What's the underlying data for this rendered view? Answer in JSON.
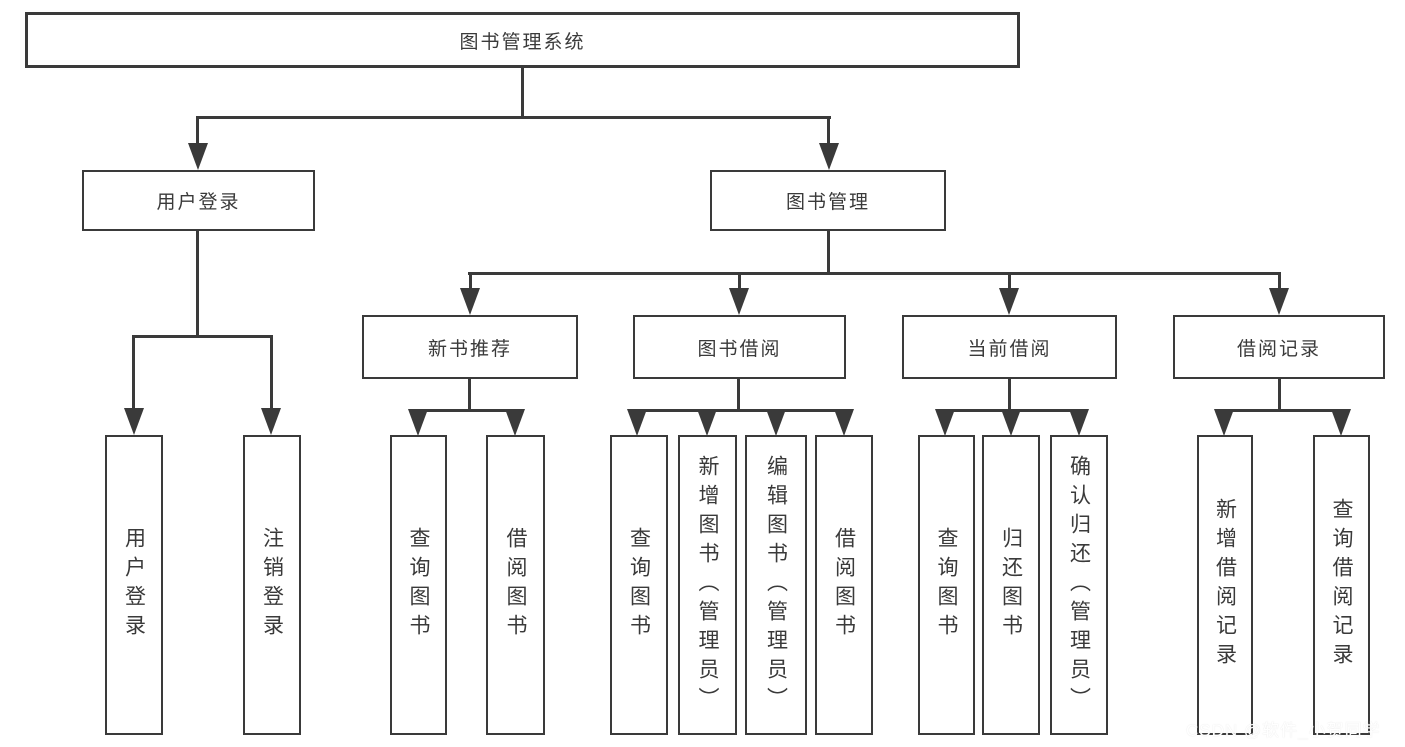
{
  "tree": {
    "label": "图书管理系统",
    "children": [
      {
        "label": "用户登录",
        "children": [
          {
            "label": "用户登录"
          },
          {
            "label": "注销登录"
          }
        ]
      },
      {
        "label": "图书管理",
        "children": [
          {
            "label": "新书推荐",
            "children": [
              {
                "label": "查询图书"
              },
              {
                "label": "借阅图书"
              }
            ]
          },
          {
            "label": "图书借阅",
            "children": [
              {
                "label": "查询图书"
              },
              {
                "label": "新增图书（管理员）"
              },
              {
                "label": "编辑图书（管理员）"
              },
              {
                "label": "借阅图书"
              }
            ]
          },
          {
            "label": "当前借阅",
            "children": [
              {
                "label": "查询图书"
              },
              {
                "label": "归还图书"
              },
              {
                "label": "确认归还（管理员）"
              }
            ]
          },
          {
            "label": "借阅记录",
            "children": [
              {
                "label": "新增借阅记录"
              },
              {
                "label": "查询借阅记录"
              }
            ]
          }
        ]
      }
    ]
  },
  "watermark": {
    "text": "CSDN @软件_小贺同学"
  },
  "colors": {
    "line": "#3a3a3a",
    "text": "#3a3a3a",
    "background": "#ffffff",
    "watermark": "#ffffff"
  }
}
